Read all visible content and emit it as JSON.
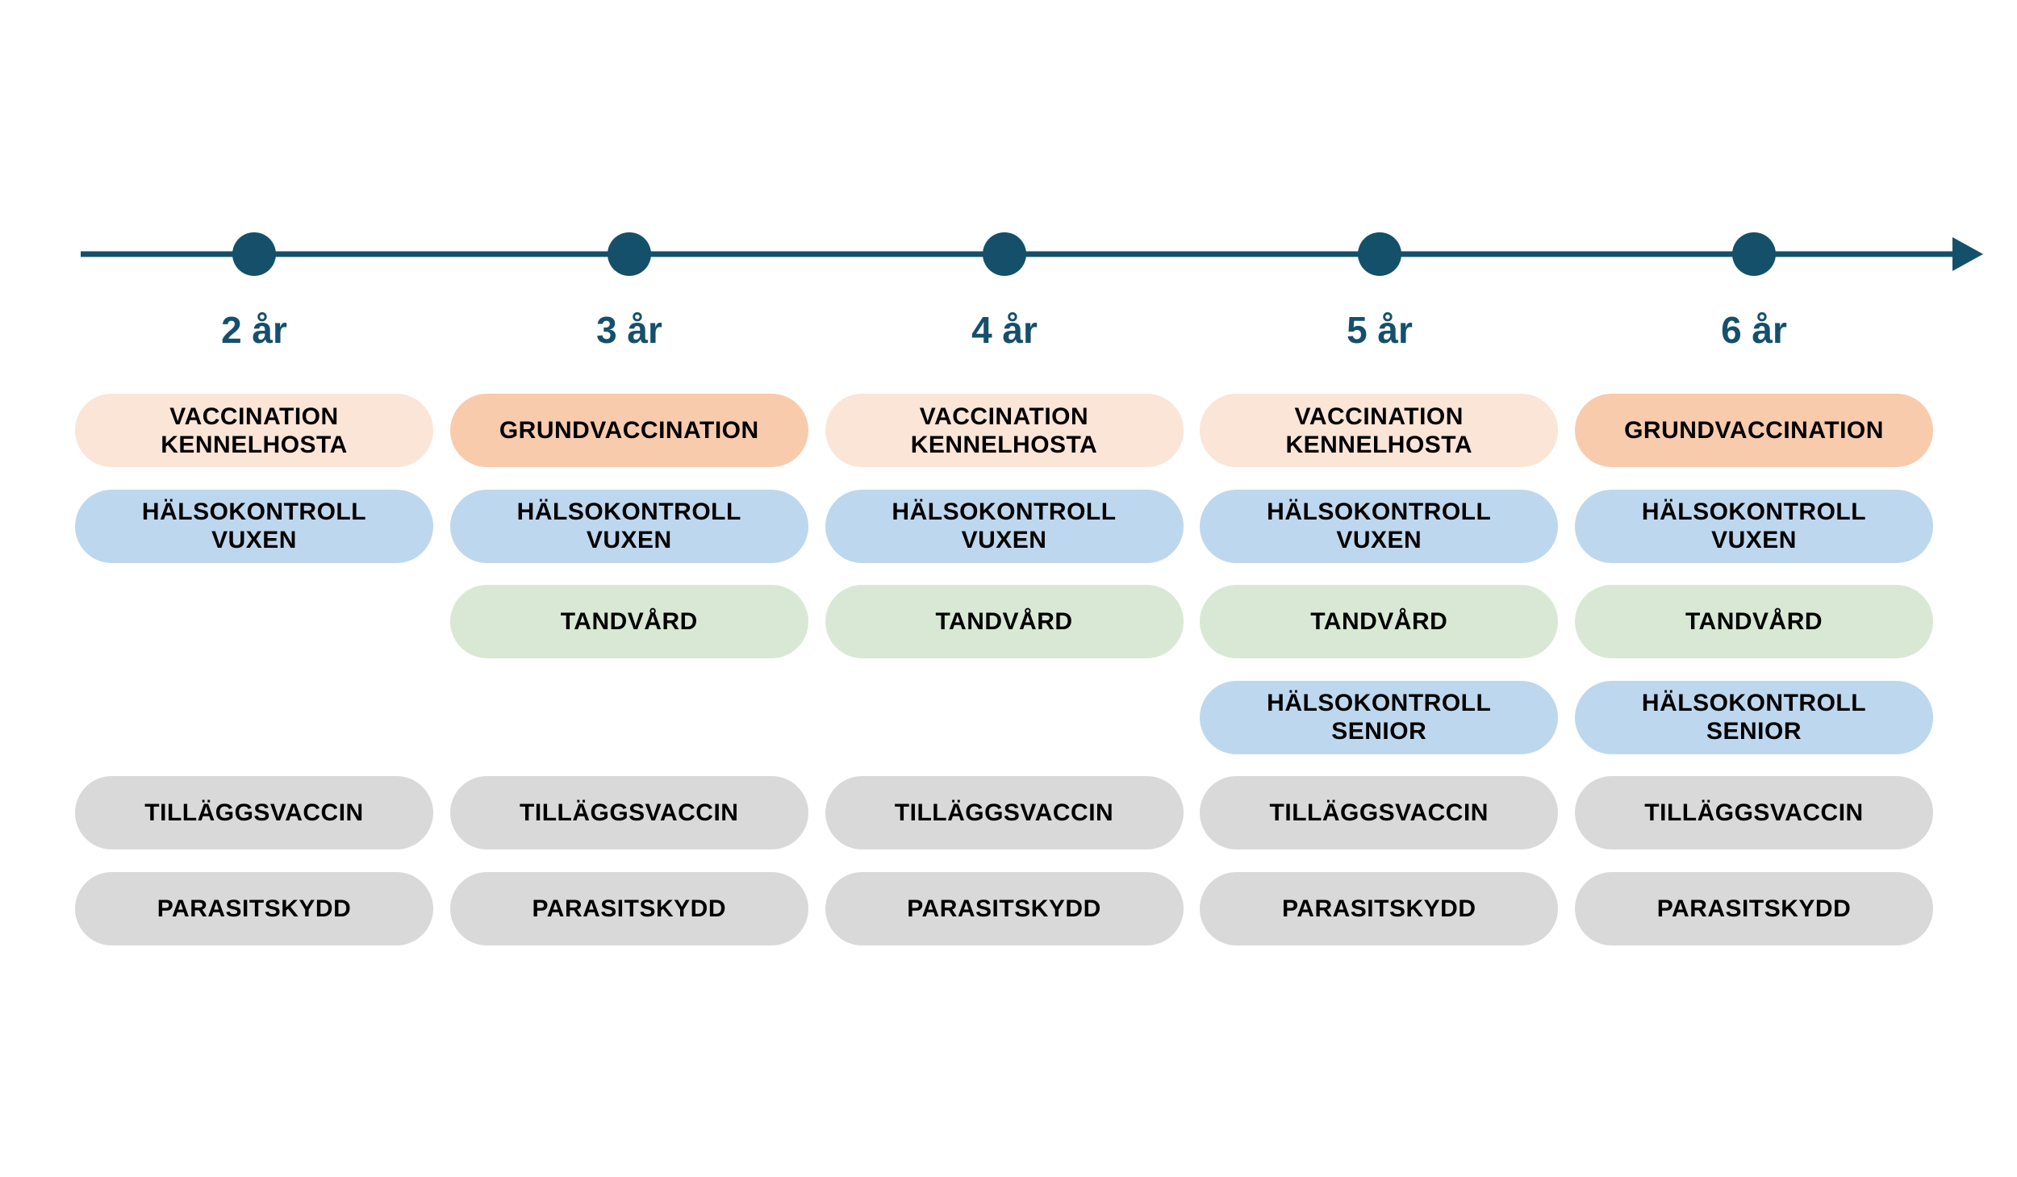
{
  "palette": {
    "timeline_teal": "#15506B",
    "peach": "#FBE5D6",
    "orange": "#F8CBAD",
    "blue": "#BDD7EE",
    "green": "#D8E8D4",
    "gray": "#D9D9D9",
    "pill_text": "#000000",
    "background": "#FFFFFF"
  },
  "timeline": {
    "direction": "left-to-right arrow with 5 node dots",
    "columns": [
      {
        "age_label": "2 år",
        "pills": [
          {
            "row": 1,
            "color": "peach",
            "label": "VACCINATION\nKENNELHOSTA"
          },
          {
            "row": 2,
            "color": "blue",
            "label": "HÄLSOKONTROLL\nVUXEN"
          },
          {
            "row": 5,
            "color": "gray",
            "label": "TILLÄGGSVACCIN"
          },
          {
            "row": 6,
            "color": "gray",
            "label": "PARASITSKYDD"
          }
        ]
      },
      {
        "age_label": "3 år",
        "pills": [
          {
            "row": 1,
            "color": "orange",
            "label": "GRUNDVACCINATION"
          },
          {
            "row": 2,
            "color": "blue",
            "label": "HÄLSOKONTROLL\nVUXEN"
          },
          {
            "row": 3,
            "color": "green",
            "label": "TANDVÅRD"
          },
          {
            "row": 5,
            "color": "gray",
            "label": "TILLÄGGSVACCIN"
          },
          {
            "row": 6,
            "color": "gray",
            "label": "PARASITSKYDD"
          }
        ]
      },
      {
        "age_label": "4 år",
        "pills": [
          {
            "row": 1,
            "color": "peach",
            "label": "VACCINATION\nKENNELHOSTA"
          },
          {
            "row": 2,
            "color": "blue",
            "label": "HÄLSOKONTROLL\nVUXEN"
          },
          {
            "row": 3,
            "color": "green",
            "label": "TANDVÅRD"
          },
          {
            "row": 5,
            "color": "gray",
            "label": "TILLÄGGSVACCIN"
          },
          {
            "row": 6,
            "color": "gray",
            "label": "PARASITSKYDD"
          }
        ]
      },
      {
        "age_label": "5 år",
        "pills": [
          {
            "row": 1,
            "color": "peach",
            "label": "VACCINATION\nKENNELHOSTA"
          },
          {
            "row": 2,
            "color": "blue",
            "label": "HÄLSOKONTROLL\nVUXEN"
          },
          {
            "row": 3,
            "color": "green",
            "label": "TANDVÅRD"
          },
          {
            "row": 4,
            "color": "blue",
            "label": "HÄLSOKONTROLL\nSENIOR"
          },
          {
            "row": 5,
            "color": "gray",
            "label": "TILLÄGGSVACCIN"
          },
          {
            "row": 6,
            "color": "gray",
            "label": "PARASITSKYDD"
          }
        ]
      },
      {
        "age_label": "6 år",
        "pills": [
          {
            "row": 1,
            "color": "orange",
            "label": "GRUNDVACCINATION"
          },
          {
            "row": 2,
            "color": "blue",
            "label": "HÄLSOKONTROLL\nVUXEN"
          },
          {
            "row": 3,
            "color": "green",
            "label": "TANDVÅRD"
          },
          {
            "row": 4,
            "color": "blue",
            "label": "HÄLSOKONTROLL\nSENIOR"
          },
          {
            "row": 5,
            "color": "gray",
            "label": "TILLÄGGSVACCIN"
          },
          {
            "row": 6,
            "color": "gray",
            "label": "PARASITSKYDD"
          }
        ]
      }
    ]
  }
}
